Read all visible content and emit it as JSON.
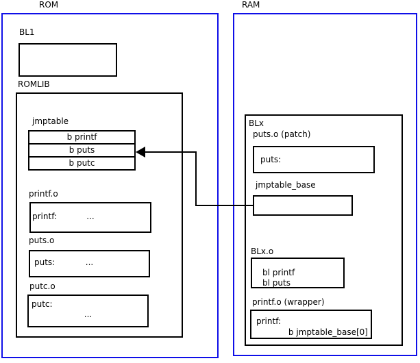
{
  "colors": {
    "region_border": "#0f0fe8",
    "box_border": "#000000"
  },
  "rom": {
    "title": "ROM",
    "bl1_label": "BL1",
    "romlib_label": "ROMLIB",
    "jmptable": {
      "label": "jmptable",
      "rows": [
        "b printf",
        "b puts",
        "b putc"
      ]
    },
    "printf_o": {
      "label": "printf.o",
      "symbol": "printf:",
      "dots": "..."
    },
    "puts_o": {
      "label": "puts.o",
      "symbol": "puts:",
      "dots": "..."
    },
    "putc_o": {
      "label": "putc.o",
      "symbol": "putc:",
      "dots": "..."
    }
  },
  "ram": {
    "title": "RAM",
    "blx_label": "BLx",
    "puts_patch": {
      "label": "puts.o (patch)",
      "symbol": "puts:"
    },
    "jmptable_base_label": "jmptable_base",
    "blx_o": {
      "label": "BLx.o",
      "instr1": "bl printf",
      "instr2": "bl puts"
    },
    "printf_wrapper": {
      "label": "printf.o (wrapper)",
      "symbol": "printf:",
      "instr": "b jmptable_base[0]"
    }
  },
  "arrow": {
    "from": "jmptable_base",
    "to": "jmptable b puts"
  }
}
